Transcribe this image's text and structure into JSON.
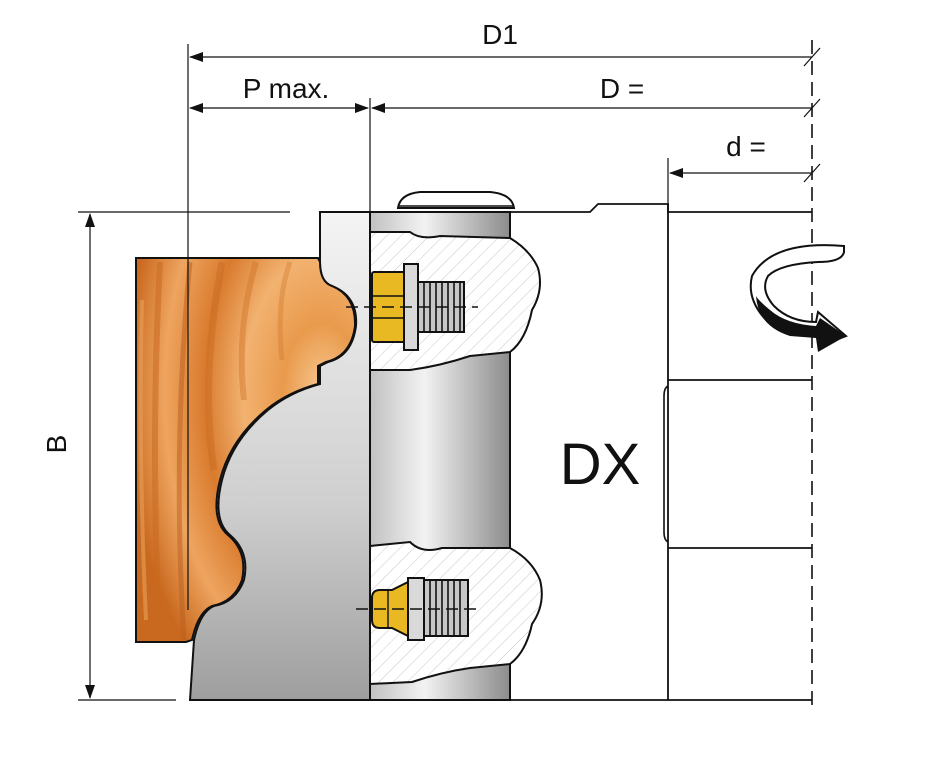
{
  "labels": {
    "d1": "D1",
    "p_max": "P max.",
    "d_eq": "D =",
    "small_d_eq": "d =",
    "b": "B",
    "rotation": "DX"
  },
  "colors": {
    "wood_light": "#f2b77a",
    "wood_mid": "#e08a3a",
    "wood_dark": "#c86a22",
    "body_gray": "#9a9a9a",
    "body_dark": "#5a5a5a",
    "brass": "#e8b923",
    "steel": "#b0b0b0",
    "arrow": "#111111"
  },
  "icons": {
    "rotation_arrow": "curved-rotation-arrow-icon",
    "screw": "screw-icon",
    "bolt": "bolt-icon"
  }
}
